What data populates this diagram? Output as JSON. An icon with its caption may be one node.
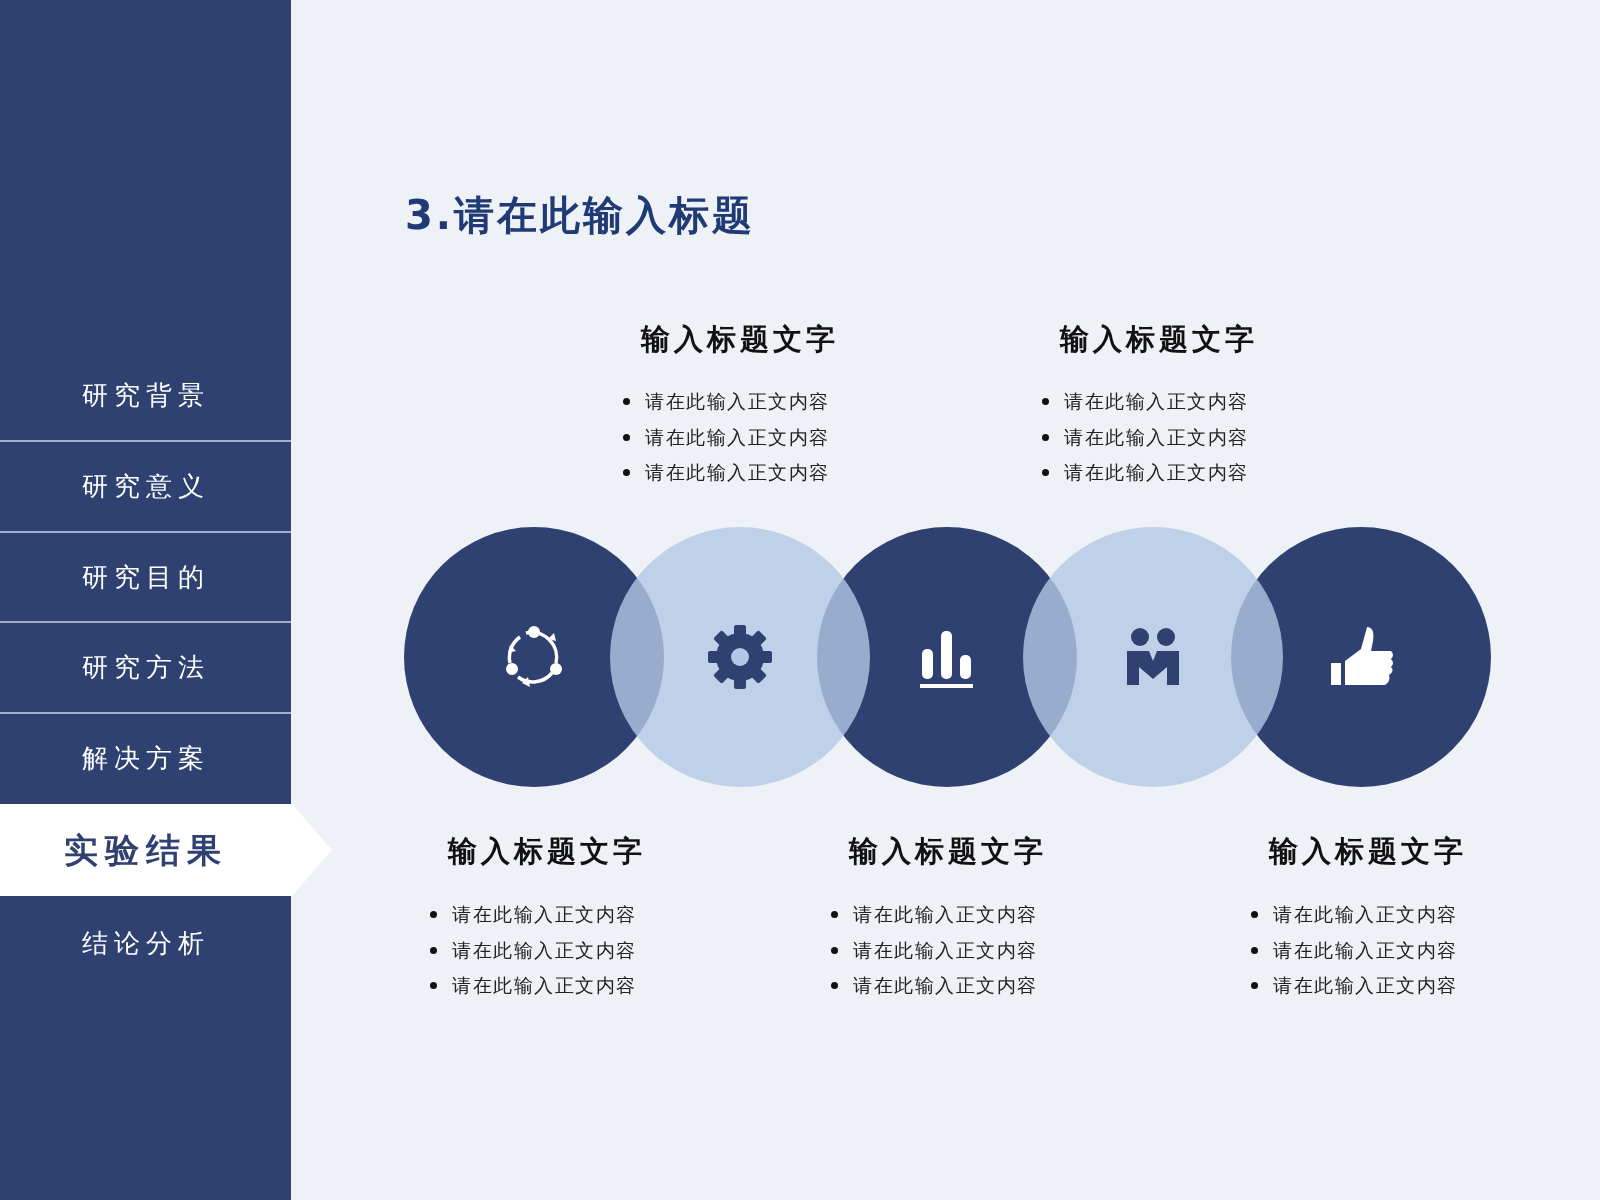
{
  "diagram": {
    "title": "3.请在此输入标题",
    "nodes": [
      {
        "text": [
          "研究背景"
        ]
      },
      {
        "text": [
          "研究意义"
        ]
      },
      {
        "text": [
          "研究目的"
        ]
      },
      {
        "text": [
          "研究方法"
        ]
      },
      {
        "text": [
          "解决方案"
        ]
      },
      {
        "text": [
          "实验结果"
        ]
      },
      {
        "text": [
          "结论分析"
        ]
      },
      {
        "text": [],
        "shape": "circle"
      },
      {
        "text": [],
        "shape": "circle"
      },
      {
        "text": [],
        "shape": "circle"
      },
      {
        "text": [],
        "shape": "circle"
      },
      {
        "text": [],
        "shape": "circle"
      }
    ],
    "labels": [
      "输入标题文字",
      "请在此输入正文内容",
      "请在此输入正文内容",
      "请在此输入正文内容",
      "输入标题文字",
      "请在此输入正文内容",
      "请在此输入正文内容",
      "请在此输入正文内容",
      "输入标题文字",
      "请在此输入正文内容",
      "请在此输入正文内容",
      "请在此输入正文内容",
      "输入标题文字",
      "请在此输入正文内容",
      "请在此输入正文内容",
      "请在此输入正文内容",
      "输入标题文字",
      "请在此输入正文内容",
      "请在此输入正文内容",
      "请在此输入正文内容"
    ]
  }
}
